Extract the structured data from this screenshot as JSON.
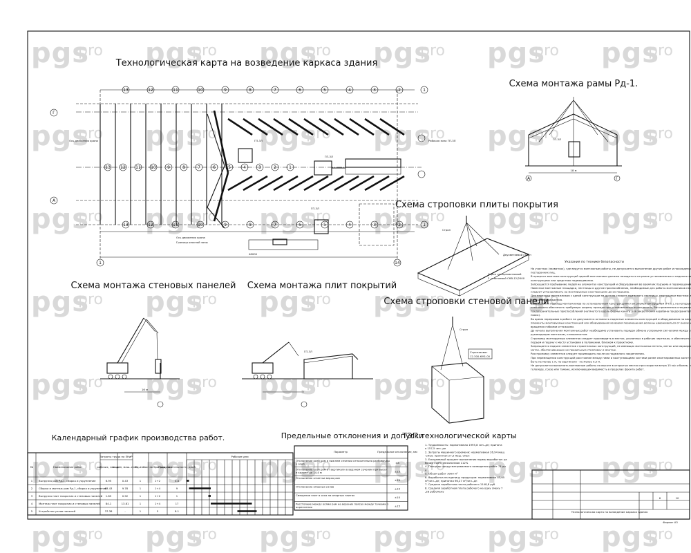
{
  "watermark": {
    "brand": "pgs",
    "sub": "pro"
  },
  "titles": {
    "main": "Технологическая карта на возведение каркаса здания",
    "frame": "Схема монтажа рамы Рд-1.",
    "slab_sling": "Схема строповки плиты покрытия",
    "wall_mount": "Схема монтажа стеновых панелей",
    "slab_mount": "Схема монтажа плит покрытий",
    "wall_sling": "Схема строповки стеновой панели",
    "schedule": "Календарный график производства работ.",
    "tolerances": "Предельные отклонения и допуски",
    "tep": "ТЭП технологической карты"
  },
  "plan": {
    "axes_top": [
      "13",
      "12",
      "11",
      "10",
      "9",
      "8",
      "7",
      "6",
      "5",
      "4",
      "3",
      "2",
      "1"
    ],
    "axes_row": [
      "13",
      "12",
      "11",
      "10",
      "9",
      "8",
      "7",
      "6",
      "5",
      "4",
      "3",
      "2",
      "1"
    ],
    "axes_bottom": [
      "13",
      "12",
      "11",
      "10",
      "9",
      "8",
      "7",
      "6",
      "5",
      "4",
      "3",
      "2",
      "1"
    ],
    "axis_left_top": "Г",
    "axis_left_bottom": "А",
    "axis_corner_left": "1",
    "axis_corner_right": "14",
    "crane_label": "ГП-3Л",
    "dim_total": "48000",
    "legend_1": "Ось движения крана",
    "legend_2": "Граница опасной зоны",
    "label_zone": "Рабочая зона ГП-3Л"
  },
  "frame": {
    "crane": "ГП-3Л",
    "span": "18 м",
    "axis_left": "А",
    "axis_right": "Г"
  },
  "slab": {
    "l1": "Строп",
    "l2": "Двухветвевой строп",
    "l3": "Строп четырехветвевой",
    "l4": "2 -х ветвевой СКВ-12/2000"
  },
  "wall": {
    "l1": "Строп",
    "l2": "Стропзахват",
    "l3": "12.300-КМ1.00"
  },
  "safety": {
    "title": "Указания по технике безопасности",
    "lines": [
      "На участках (захватках), где ведутся монтажные работы, не допускается выполнение других работ и нахождение посторонних лиц.",
      "В процессе монтажа конструкций зданий монтажники должны находиться на ранее установленных и надежно закрепленных конструкциях или средствах подмащивания.",
      "Запрещается пребывание людей на элементах конструкций и оборудования во время их подъема и перемещения.",
      "Навесные монтажные площадки, лестницы и другие приспособления, необходимые для работы монтажников на высоте, следует устанавливать на монтируемых конструкциях до их подъема.",
      "Для перехода монтажников с одной конструкции на другую следует применять лестницы, переходные мостики и трапы, имеющие ограждения.",
      "Запрещается переход монтажников по установленным конструкциям и их элементам (фермам и т.п.), на которых невозможно обеспечить требуемую ширину прохода при установленных ограждениях, без применения специальных предохранительных приспособлений (натянутого вдоль фермы каната для закрепления карабина предохранительного пояса).",
      "Во время перерывов в работе не допускается оставлять поднятые элементы конструкций и оборудования на весу.",
      "Элементы монтируемых конструкций или оборудования во время перемещения должны удерживаться от раскачивания и вращения гибкими оттяжками.",
      "До начала выполнения монтажных работ необходимо установить порядок обмена условными сигналами между лицом, руководящим монтажом, и машинистом.",
      "Строповку монтируемых элементов следует производить в местах, указанных в рабочих чертежах, и обеспечить их подъем и подачу к месту установки в положении, близком к проектному.",
      "Запрещается подъем элементов строительных конструкций, не имеющих монтажных петель, меток или маркировки и меток, обеспечивающих их правильную строповку и монтаж.",
      "Расстроповку элементов следует производить после их надежного закрепления.",
      "При перемещении конструкций расстояние между ними и выступающими частями ранее смонтированных конструкций должно быть не менее 1 м, по вертикали - не менее 0,5 м.",
      "Не допускается выполнять монтажные работы на высоте в открытых местах при скорости ветра 15 м/с и более, при гололеде, грозе или тумане, исключающем видимость в пределах фронта работ."
    ]
  },
  "schedule": {
    "headers": [
      "№",
      "Наименование работ",
      "Затраты труда на ЕНиР",
      "рабочих, чел.-дн",
      "машин, маш.-смен",
      "Ед.изм.",
      "Состав бригады, чел",
      "Продолжительность, дней",
      "Рабочие дни"
    ],
    "rows": [
      [
        "1",
        "Выгрузка рам Рд-1, сборка и укрупнение",
        "6.95",
        "0.43",
        "1",
        "1+2",
        "0.8"
      ],
      [
        "2",
        "Сборка и монтаж рам Рд-1, сборка и укрупнение",
        "83.43",
        "9.78",
        "1",
        "1+4",
        "9"
      ],
      [
        "3",
        "Выгрузка плит покрытия и стеновых панелей",
        "1.85",
        "0.92",
        "1",
        "1+2",
        "1"
      ],
      [
        "4",
        "Монтаж плит покрытия и стеновых панелей",
        "84.1",
        "13.81",
        "1",
        "1+4",
        "17"
      ],
      [
        "5",
        "Устройство узлов панелей",
        "37.38",
        "-",
        "1",
        "5",
        "8.1"
      ]
    ]
  },
  "tolerances": {
    "headers": [
      "Параметр",
      "Предельное отклонение, мм"
    ],
    "rows": [
      [
        "Отклонение осей рам в нижнем сечении относительно разбивочных осей",
        "±8"
      ],
      [
        "Отклонение осей рам от вертикали в верхнем сечении при высоте колонн до 14.4 м",
        "±15"
      ],
      [
        "Отклонение отметки верха рам",
        "±10"
      ],
      [
        "Отклонение опорных узлов",
        "±10"
      ],
      [
        "Смещение плит в осях на опорных плитах",
        "±10"
      ],
      [
        "Расстояние между осями рам на верхних поясах между точками закрепления",
        "±15"
      ]
    ]
  },
  "tep": {
    "items": [
      "1. Трудоемкость: нормативная 1995,8 чел.-дн; принятая 157,5 чел.-дн",
      "2. Затраты машинного времени: нормативная 26,94 маш.-смен; принятая 27,5 маш.-смен",
      "3. Ежедневный процент выполнения нормы выработки: рабочих 118%; механизмов 112%",
      "4. Площадь предусматриваемого возведения работ 74 дня",
      "5. Объем работ 3000 м³",
      "6. Выработка на единицу продукции: нормативная 43,65 м³/чел.-дн; принятая 96,27 м³/чел.-дн",
      "7. Средняя заработная плата рабочего 1148,8 руб",
      "8. Средняя заработная плата рабочего на одну смену 7,28 руб/смену"
    ]
  },
  "stamp": {
    "sheet_no": "6",
    "sheets": "10",
    "format": "Формат А3",
    "title": "Технологическая карта на возведение каркаса здания"
  }
}
